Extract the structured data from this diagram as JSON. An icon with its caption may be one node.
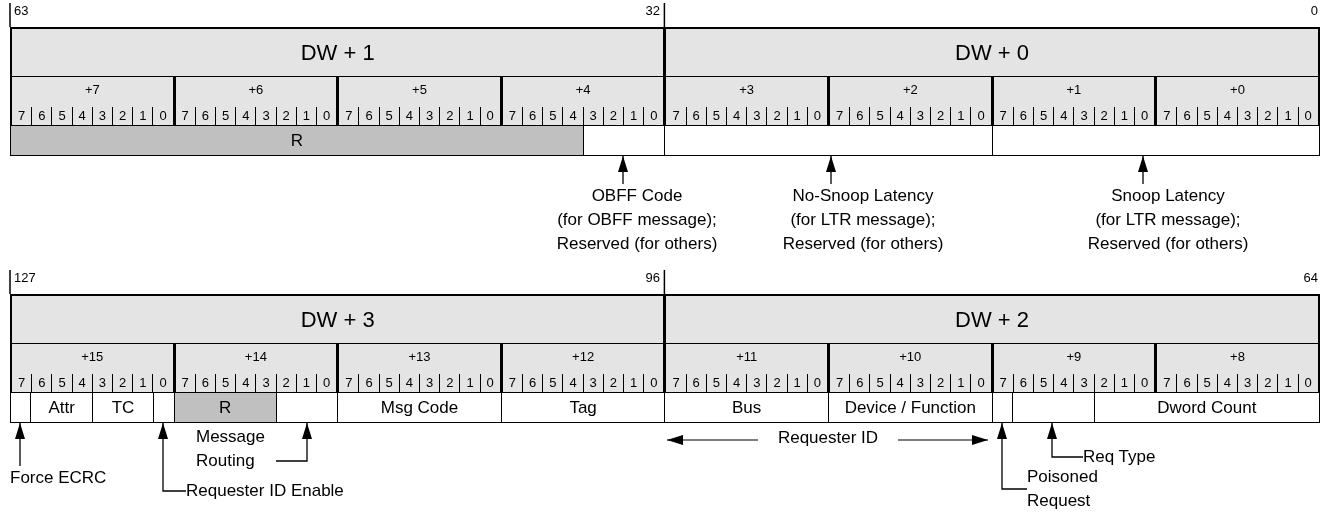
{
  "diagram": {
    "nodes": [
      {
        "text": [
          "DW + 1"
        ]
      },
      {
        "text": [
          "DW + 0"
        ]
      },
      {
        "text": [
          "+7",
          "7",
          "6",
          "5",
          "4",
          "3",
          "2",
          "1",
          "0"
        ]
      },
      {
        "text": [
          "+6",
          "7",
          "6",
          "5",
          "4",
          "3",
          "2",
          "1",
          "0"
        ]
      },
      {
        "text": [
          "+5",
          "7",
          "6",
          "5",
          "4",
          "3",
          "2",
          "1",
          "0"
        ]
      },
      {
        "text": [
          "+4",
          "7",
          "6",
          "5",
          "4",
          "3",
          "2",
          "1",
          "0"
        ]
      },
      {
        "text": [
          "+3",
          "7",
          "6",
          "5",
          "4",
          "3",
          "2",
          "1",
          "0"
        ]
      },
      {
        "text": [
          "+2",
          "7",
          "6",
          "5",
          "4",
          "3",
          "2",
          "1",
          "0"
        ]
      },
      {
        "text": [
          "+1",
          "7",
          "6",
          "5",
          "4",
          "3",
          "2",
          "1",
          "0"
        ]
      },
      {
        "text": [
          "+0",
          "7",
          "6",
          "5",
          "4",
          "3",
          "2",
          "1",
          "0"
        ]
      },
      {
        "text": [
          "R"
        ]
      },
      {
        "text": [],
        "shape": "box"
      },
      {
        "text": [],
        "shape": "box"
      },
      {
        "text": [],
        "shape": "box"
      },
      {
        "text": [
          "OBFF Code",
          "(for OBFF message); Reserved (for others)"
        ]
      },
      {
        "text": [
          "No-Snoop Latency",
          "(for LTR message); Reserved (for others)"
        ]
      },
      {
        "text": [
          "Snoop Latency",
          "(for LTR message); Reserved (for others)"
        ]
      },
      {
        "text": [
          "DW + 3"
        ]
      },
      {
        "text": [
          "DW + 2"
        ]
      },
      {
        "text": [
          "+15",
          "7",
          "6",
          "5",
          "4",
          "3",
          "2",
          "1",
          "0"
        ]
      },
      {
        "text": [
          "+14",
          "7",
          "6",
          "5",
          "4",
          "3",
          "2",
          "1",
          "0"
        ]
      },
      {
        "text": [
          "+13",
          "7",
          "6",
          "5",
          "4",
          "3",
          "2",
          "1",
          "0"
        ]
      },
      {
        "text": [
          "+12",
          "7",
          "6",
          "5",
          "4",
          "3",
          "2",
          "1",
          "0"
        ]
      },
      {
        "text": [
          "+11",
          "7",
          "6",
          "5",
          "4",
          "3",
          "2",
          "1",
          "0"
        ]
      },
      {
        "text": [
          "+10",
          "7",
          "6",
          "5",
          "4",
          "3",
          "2",
          "1",
          "0"
        ]
      },
      {
        "text": [
          "+9",
          "7",
          "6",
          "5",
          "4",
          "3",
          "2",
          "1",
          "0"
        ]
      },
      {
        "text": [
          "+8",
          "7",
          "6",
          "5",
          "4",
          "3",
          "2",
          "1",
          "0"
        ]
      },
      {
        "text": [],
        "shape": "box"
      },
      {
        "text": [
          "Attr"
        ]
      },
      {
        "text": [
          "TC"
        ]
      },
      {
        "text": [],
        "shape": "box"
      },
      {
        "text": [
          "R"
        ]
      },
      {
        "text": [],
        "shape": "box"
      },
      {
        "text": [
          "Msg Code"
        ]
      },
      {
        "text": [
          "Tag"
        ]
      },
      {
        "text": [
          "Bus"
        ]
      },
      {
        "text": [
          "Device / Function"
        ]
      },
      {
        "text": [],
        "shape": "box"
      },
      {
        "text": [],
        "shape": "box"
      },
      {
        "text": [
          "Dword Count"
        ]
      },
      {
        "text": [
          "Force ECRC"
        ]
      },
      {
        "text": [
          "Requester ID Enable"
        ]
      },
      {
        "text": [
          "Message Routing"
        ]
      },
      {
        "text": [
          "Poisoned Request"
        ]
      },
      {
        "text": [
          "Req Type"
        ]
      }
    ],
    "edges": [
      {
        "from": 14,
        "to": 11,
        "arrow": "to"
      },
      {
        "from": 15,
        "to": 12,
        "arrow": "to"
      },
      {
        "from": 16,
        "to": 13,
        "arrow": "to"
      },
      {
        "from": 40,
        "to": 27,
        "arrow": "to"
      },
      {
        "from": 41,
        "to": 30,
        "arrow": "to"
      },
      {
        "from": 42,
        "to": 32,
        "arrow": "to"
      },
      {
        "from": 43,
        "to": 37,
        "arrow": "to"
      },
      {
        "from": 44,
        "to": 38,
        "arrow": "to"
      }
    ],
    "labels": [
      "63",
      "32",
      "0",
      "127",
      "96",
      "64",
      "Requester ID"
    ]
  }
}
